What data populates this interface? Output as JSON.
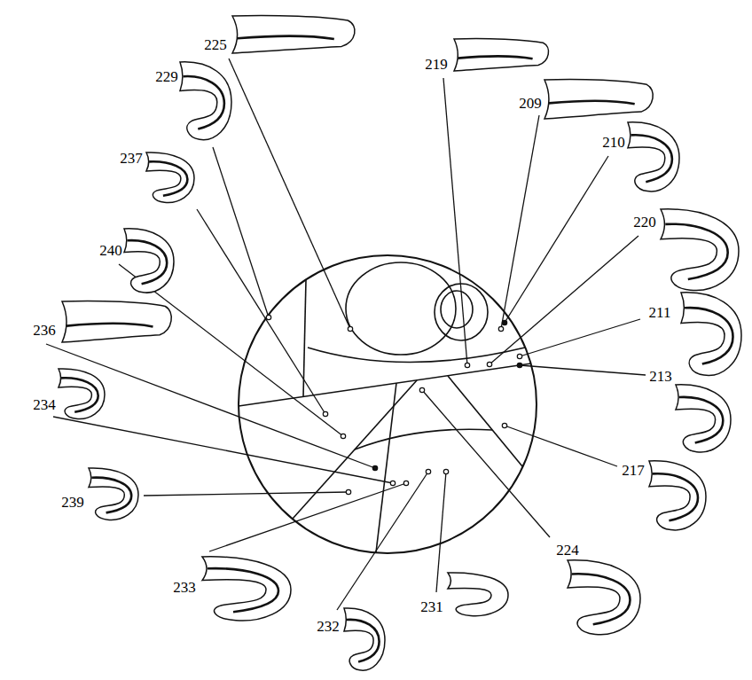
{
  "diagram": {
    "labels": [
      "225",
      "219",
      "209",
      "229",
      "210",
      "237",
      "220",
      "240",
      "211",
      "236",
      "213",
      "234",
      "217",
      "239",
      "224",
      "233",
      "232",
      "231"
    ]
  }
}
